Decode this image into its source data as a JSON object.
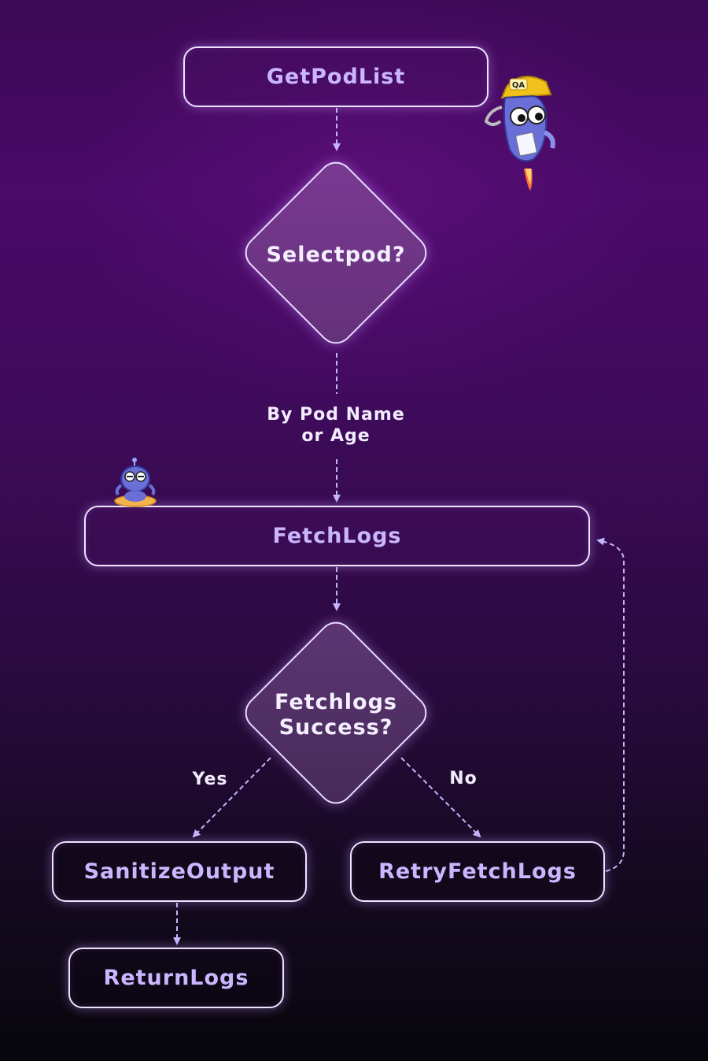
{
  "nodes": {
    "get_pod_list": "GetPodList",
    "select_pod": "Selectpod?",
    "fetch_logs": "FetchLogs",
    "fetch_success_line1": "Fetchlogs",
    "fetch_success_line2": "Success?",
    "sanitize_output": "SanitizeOutput",
    "retry_fetch_logs": "RetryFetchLogs",
    "return_logs": "ReturnLogs"
  },
  "edge_labels": {
    "select_line1": "By Pod Name",
    "select_line2": "or Age",
    "yes": "Yes",
    "no": "No"
  },
  "mascot_badge": "QA",
  "colors": {
    "node_text": "#c9b6ff",
    "decision_text": "#f4efff",
    "edge": "#c4b5ff",
    "border": "#efe4ff"
  }
}
